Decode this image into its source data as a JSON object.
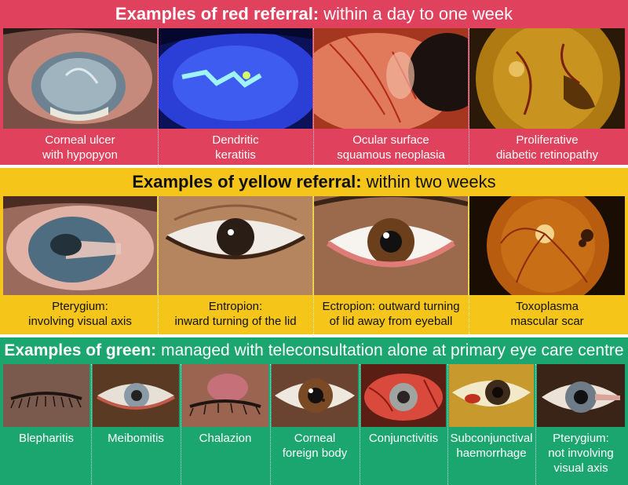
{
  "red": {
    "heading_bold": "Examples of red referral:",
    "heading_rest": "within a day to one week",
    "color": "#e0415c",
    "items": [
      {
        "line1": "Corneal ulcer",
        "line2": "with hypopyon"
      },
      {
        "line1": "Dendritic",
        "line2": "keratitis"
      },
      {
        "line1": "Ocular surface",
        "line2": "squamous neoplasia"
      },
      {
        "line1": "Proliferative",
        "line2": "diabetic retinopathy"
      }
    ]
  },
  "yellow": {
    "heading_bold": "Examples of yellow referral:",
    "heading_rest": "within two weeks",
    "color": "#f6c51a",
    "items": [
      {
        "line1": "Pterygium:",
        "line2": "involving visual axis"
      },
      {
        "line1": "Entropion:",
        "line2": "inward turning of the lid"
      },
      {
        "line1": "Ectropion: outward turning",
        "line2": "of lid away from eyeball"
      },
      {
        "line1": "Toxoplasma",
        "line2": "mascular scar"
      }
    ]
  },
  "green": {
    "heading_bold": "Examples of green:",
    "heading_rest": "managed with teleconsultation alone at primary eye care centre",
    "color": "#1ba56f",
    "items": [
      {
        "line1": "Blepharitis",
        "line2": ""
      },
      {
        "line1": "Meibomitis",
        "line2": ""
      },
      {
        "line1": "Chalazion",
        "line2": ""
      },
      {
        "line1": "Corneal",
        "line2": "foreign body"
      },
      {
        "line1": "Conjunctivitis",
        "line2": ""
      },
      {
        "line1": "Subconjunctival",
        "line2": "haemorrhage"
      },
      {
        "line1": "Pterygium:",
        "line2": "not involving",
        "line3": "visual axis"
      }
    ]
  }
}
